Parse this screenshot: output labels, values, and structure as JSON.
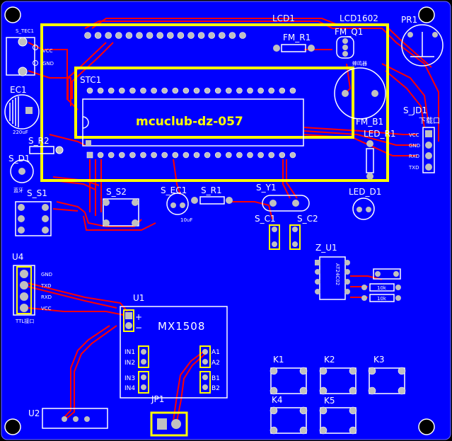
{
  "board": {
    "lcd_title": "mcuclub-dz-057",
    "module_name": "MX1508",
    "colors": {
      "board": "#0000ff",
      "trace": "#ff0000",
      "silk": "#ffffff",
      "highlight": "#ffff00",
      "pad": "#c0c0c0",
      "background": "#000000"
    }
  },
  "labels": {
    "lcd1": "LCD1",
    "lcd1602": "LCD1602",
    "pr1": "PR1",
    "s_tec1": "S_TEC1",
    "ec1": "EC1",
    "fm_r1": "FM_R1",
    "fm_q1": "FM_Q1",
    "stc1": "STC1",
    "s_jd1": "S_JD1",
    "download": "下载口",
    "fm_b1": "FM_B1",
    "led_r1": "LED_R1",
    "s_r2": "S_R2",
    "s_d1": "S_D1",
    "s_s1": "S_S1",
    "s_s2": "S_S2",
    "s_ec1": "S_EC1",
    "s_r1": "S_R1",
    "s_y1": "S_Y1",
    "led_d1": "LED_D1",
    "s_c1": "S_C1",
    "s_c2": "S_C2",
    "z_u1": "Z_U1",
    "u4": "U4",
    "u1": "U1",
    "u2": "U2",
    "jp1": "JP1",
    "k1": "K1",
    "k2": "K2",
    "k3": "K3",
    "k4": "K4",
    "k5": "K5"
  },
  "small_text": {
    "vcc": "VCC",
    "gnd": "GND",
    "cap_220": "220uF",
    "cap_10": "10uF",
    "res_10k": "10k",
    "chip": "AT24C02",
    "buzzer": "蜂鸣器",
    "bluetooth": "蓝牙",
    "ttl": "TTL接口",
    "jd_vcc": "VCC",
    "jd_gnd": "GND",
    "jd_rxd": "RXD",
    "jd_txd": "TXD",
    "u4_gnd": "GND",
    "u4_txd": "TXD",
    "u4_rxd": "RXD",
    "u4_vcc": "VCC",
    "in1": "IN1",
    "in2": "IN2",
    "in3": "IN3",
    "in4": "IN4",
    "a1": "A1",
    "a2": "A2",
    "b1": "B1",
    "b2": "B2",
    "plus": "+",
    "minus": "−"
  }
}
